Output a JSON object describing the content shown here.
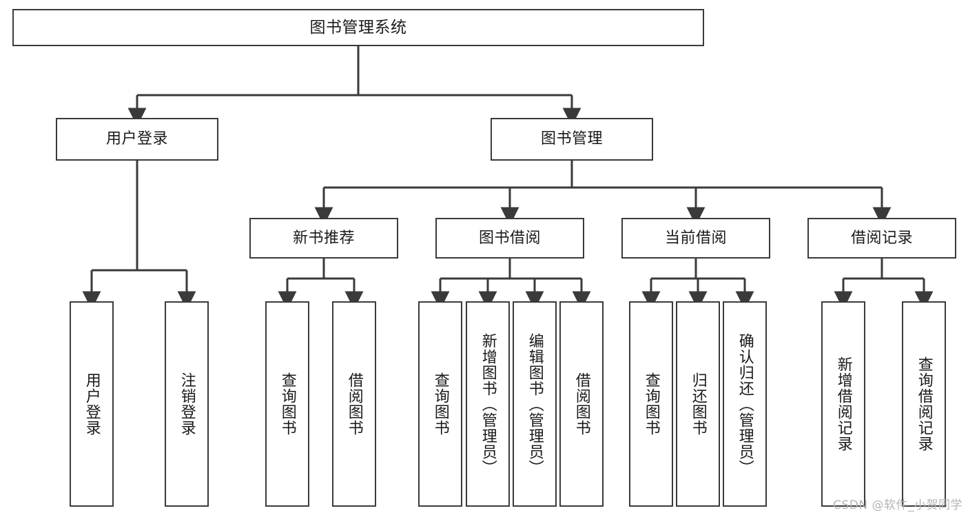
{
  "diagram": {
    "title": "图书管理系统",
    "type": "功能结构图",
    "watermark": "CSDN @软件_小贺同学",
    "colors": {
      "box_border": "#3a3a3a",
      "box_fill": "#ffffff",
      "edge": "#3a3a3a",
      "text": "#1a1a1a",
      "watermark": "#b4b4b4",
      "background": "#ffffff"
    },
    "nodes": {
      "root": {
        "label": "图书管理系统"
      },
      "level2": [
        {
          "id": "user-login",
          "label": "用户登录"
        },
        {
          "id": "book-manage",
          "label": "图书管理"
        }
      ],
      "level3": [
        {
          "id": "new-book-recommend",
          "label": "新书推荐"
        },
        {
          "id": "book-borrow",
          "label": "图书借阅"
        },
        {
          "id": "current-borrow",
          "label": "当前借阅"
        },
        {
          "id": "borrow-record",
          "label": "借阅记录"
        }
      ],
      "leaves": {
        "user-login": [
          {
            "id": "leaf-user-login",
            "label": "用户登录"
          },
          {
            "id": "leaf-logout-login",
            "label": "注销登录"
          }
        ],
        "new-book-recommend": [
          {
            "id": "leaf-query-book-1",
            "label": "查询图书"
          },
          {
            "id": "leaf-borrow-book-1",
            "label": "借阅图书"
          }
        ],
        "book-borrow": [
          {
            "id": "leaf-query-book-2",
            "label": "查询图书"
          },
          {
            "id": "leaf-add-book",
            "label": "新增图书（管理员）"
          },
          {
            "id": "leaf-edit-book",
            "label": "编辑图书（管理员）"
          },
          {
            "id": "leaf-borrow-book-2",
            "label": "借阅图书"
          }
        ],
        "current-borrow": [
          {
            "id": "leaf-query-book-3",
            "label": "查询图书"
          },
          {
            "id": "leaf-return-book",
            "label": "归还图书"
          },
          {
            "id": "leaf-confirm-return",
            "label": "确认归还（管理员）"
          }
        ],
        "borrow-record": [
          {
            "id": "leaf-add-record",
            "label": "新增借阅记录"
          },
          {
            "id": "leaf-query-record",
            "label": "查询借阅记录"
          }
        ]
      }
    }
  }
}
